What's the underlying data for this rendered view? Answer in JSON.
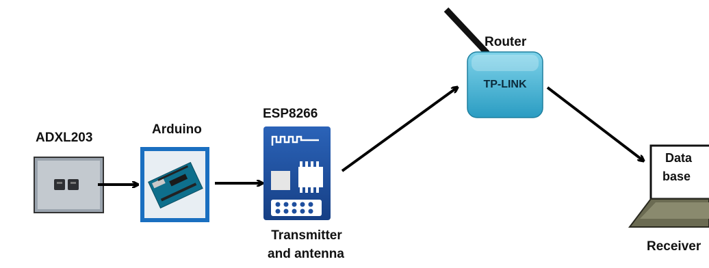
{
  "nodes": {
    "sensor": {
      "label": "ADXL203"
    },
    "arduino": {
      "label": "Arduino"
    },
    "esp": {
      "label": "ESP8266",
      "caption_line1": "Transmitter",
      "caption_line2": "and antenna"
    },
    "router": {
      "label": "Router",
      "brand": "TP-LINK"
    },
    "receiver": {
      "screen_line1": "Data",
      "screen_line2": "base",
      "label": "Receiver"
    }
  },
  "edges": [
    {
      "from": "sensor",
      "to": "arduino"
    },
    {
      "from": "arduino",
      "to": "esp"
    },
    {
      "from": "esp",
      "to": "router"
    },
    {
      "from": "router",
      "to": "receiver"
    }
  ],
  "colors": {
    "router_fill": "#3fb3d6",
    "esp_fill": "#1f4f9e",
    "arduino_frame": "#1a6fc0",
    "laptop_base": "#6b6b52"
  }
}
